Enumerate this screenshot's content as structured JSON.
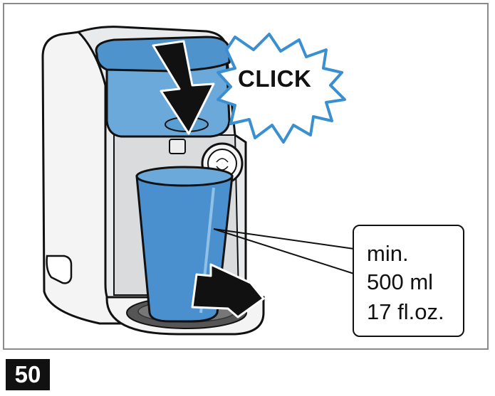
{
  "click_label": "CLICK",
  "callout": {
    "line1": "min.",
    "line2": "500 ml",
    "line3": "17 fl.oz."
  },
  "step_number": "50",
  "colors": {
    "water_blue": "#4a90cf",
    "tank_blue": "#6aa9d9",
    "outline": "#111111",
    "machine_body": "#f2f2f2",
    "frame_border": "#8a8a8a",
    "badge_bg": "#111111"
  }
}
